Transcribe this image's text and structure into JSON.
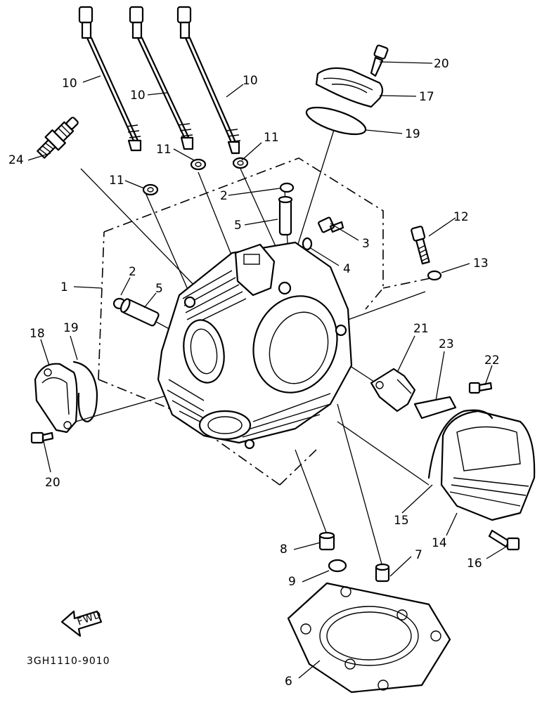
{
  "diagram": {
    "part_numbers": {
      "p1": "1",
      "p2a": "2",
      "p2b": "2",
      "p3": "3",
      "p4": "4",
      "p5a": "5",
      "p5b": "5",
      "p6": "6",
      "p7": "7",
      "p8": "8",
      "p9": "9",
      "p10a": "10",
      "p10b": "10",
      "p10c": "10",
      "p11a": "11",
      "p11b": "11",
      "p11c": "11",
      "p12": "12",
      "p13": "13",
      "p14": "14",
      "p15": "15",
      "p16": "16",
      "p17": "17",
      "p18": "18",
      "p19a": "19",
      "p19b": "19",
      "p20a": "20",
      "p20b": "20",
      "p21": "21",
      "p22": "22",
      "p23": "23",
      "p24": "24"
    },
    "direction_label": "FWD",
    "drawing_code": "3GH1110-9010"
  }
}
